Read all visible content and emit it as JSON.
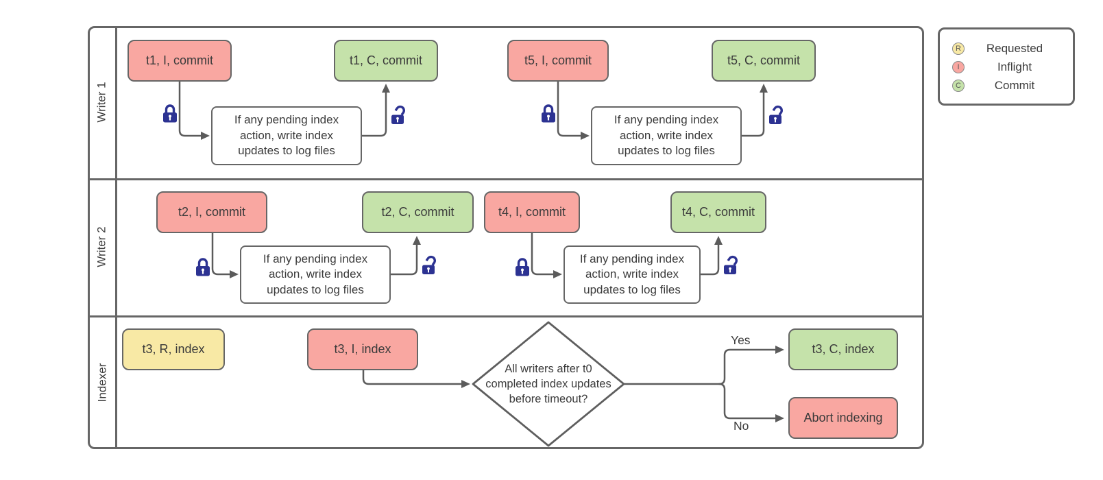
{
  "diagram": {
    "lanes": [
      {
        "label": "Writer 1"
      },
      {
        "label": "Writer 2"
      },
      {
        "label": "Indexer"
      }
    ],
    "nodes": {
      "t1_inflight": "t1, I, commit",
      "t1_commit": "t1, C, commit",
      "t5_inflight": "t5, I, commit",
      "t5_commit": "t5, C, commit",
      "t2_inflight": "t2, I, commit",
      "t2_commit": "t2, C, commit",
      "t4_inflight": "t4, I, commit",
      "t4_commit": "t4, C, commit",
      "t3_requested": "t3, R, index",
      "t3_inflight": "t3, I, index",
      "t3_commit": "t3, C, index",
      "abort": "Abort indexing"
    },
    "process_lines": [
      "If any pending index",
      "action, write index",
      "updates to log files"
    ],
    "decision_lines": [
      "All writers after t0",
      "completed index updates",
      "before timeout?"
    ],
    "edge_labels": {
      "yes": "Yes",
      "no": "No"
    },
    "edges": [
      {
        "from": "t1, I, commit",
        "to": "process",
        "lock": "closed"
      },
      {
        "from": "process",
        "to": "t1, C, commit",
        "lock": "open"
      },
      {
        "from": "t5, I, commit",
        "to": "process",
        "lock": "closed"
      },
      {
        "from": "process",
        "to": "t5, C, commit",
        "lock": "open"
      },
      {
        "from": "t2, I, commit",
        "to": "process",
        "lock": "closed"
      },
      {
        "from": "process",
        "to": "t2, C, commit",
        "lock": "open"
      },
      {
        "from": "t4, I, commit",
        "to": "process",
        "lock": "closed"
      },
      {
        "from": "process",
        "to": "t4, C, commit",
        "lock": "open"
      },
      {
        "from": "t3, I, index",
        "to": "decision"
      },
      {
        "from": "decision",
        "to": "t3, C, index",
        "label": "Yes"
      },
      {
        "from": "decision",
        "to": "Abort indexing",
        "label": "No"
      }
    ],
    "legend": {
      "items": [
        {
          "letter": "R",
          "label": "Requested",
          "color": "#f8e9a5"
        },
        {
          "letter": "I",
          "label": "Inflight",
          "color": "#f9a7a1"
        },
        {
          "letter": "C",
          "label": "Commit",
          "color": "#c5e2aa"
        }
      ]
    },
    "colors": {
      "inflight_fill": "#f9a7a1",
      "commit_fill": "#c5e2aa",
      "requested_fill": "#f8e9a5",
      "node_border": "#666666",
      "connector": "#5b5b5b",
      "lock": "#2c3292",
      "text": "#3b3b3b"
    }
  }
}
